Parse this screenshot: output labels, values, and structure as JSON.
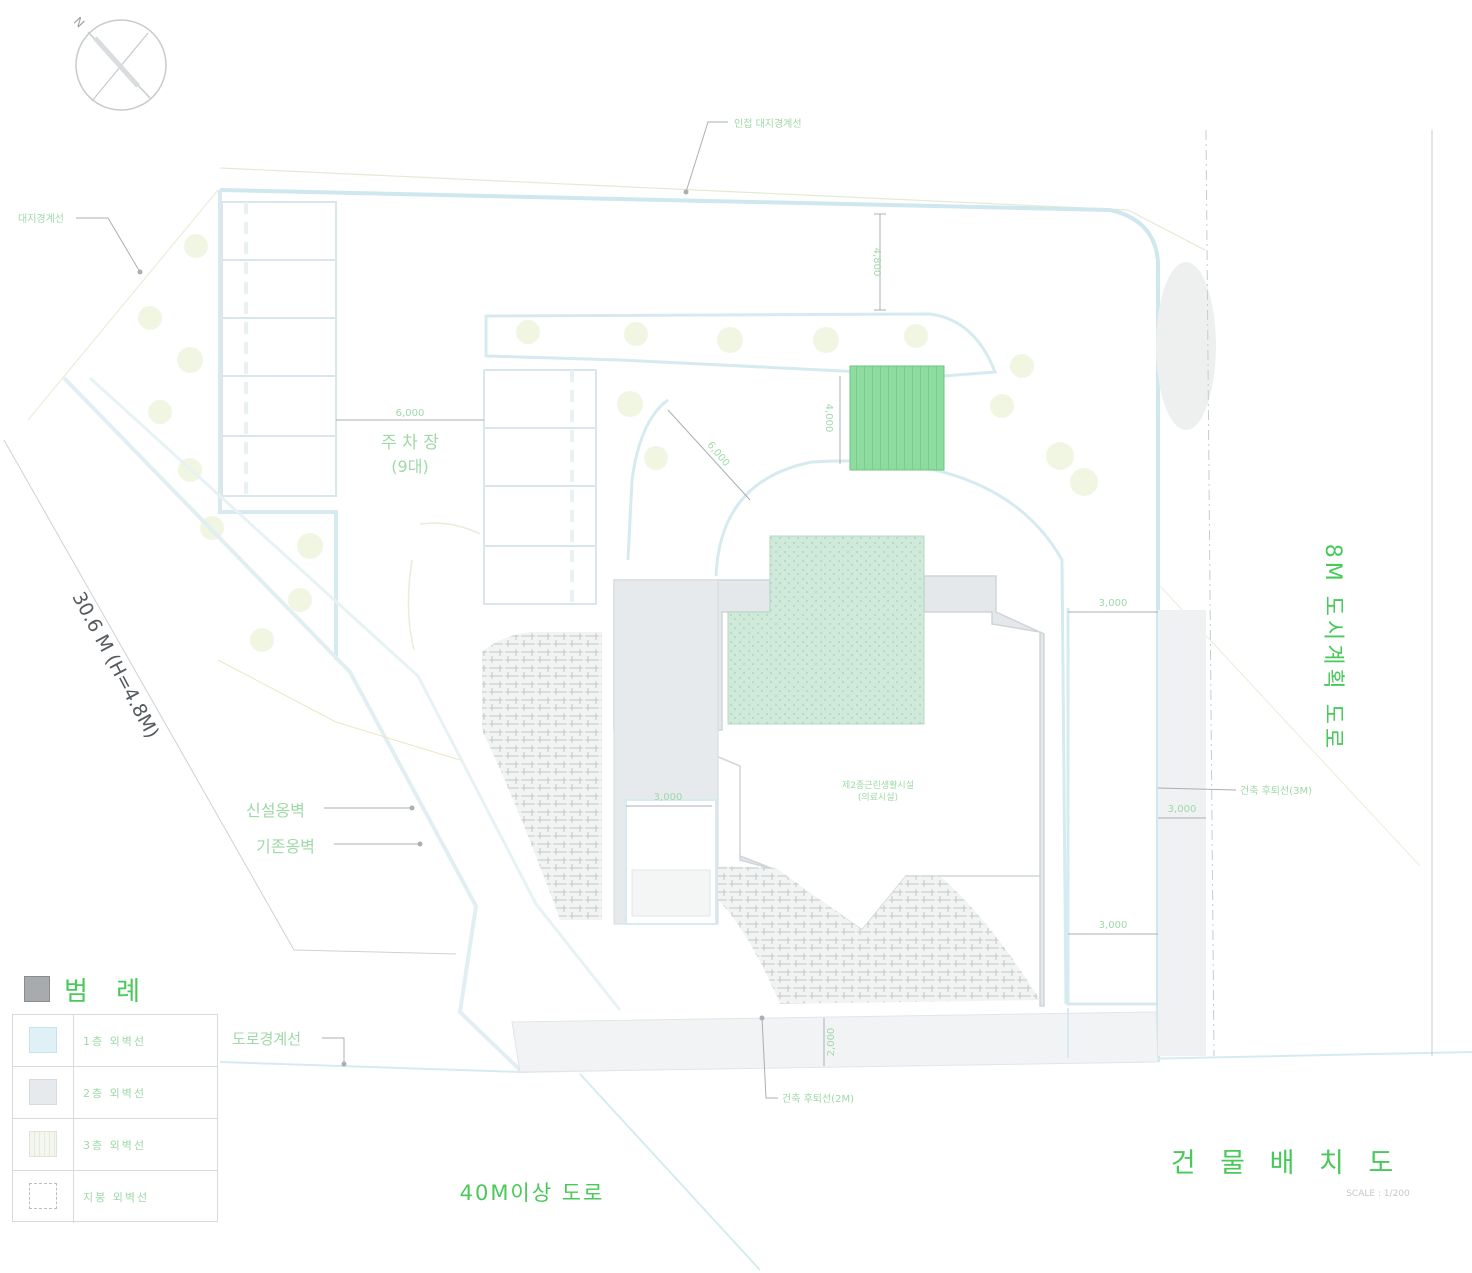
{
  "drawing": {
    "title": "건 물 배 치 도",
    "scale": "SCALE : 1/200",
    "north_label": "N"
  },
  "roads": {
    "main_road": "40M이상 도로",
    "side_road": "8M 도시계획 도로",
    "diagonal_dimension": "30.6 M (H=4.8M)"
  },
  "parking": {
    "label": "주 차 장",
    "count": "(9대)"
  },
  "labels": {
    "top_boundary": "인접 대지경계선",
    "left_boundary": "대지경계선",
    "new_retaining_wall": "신설옹벽",
    "existing_retaining_wall": "기존옹벽",
    "road_boundary": "도로경계선",
    "building_line_right": "건축 후퇴선(3M)",
    "building_line_bottom": "건축 후퇴선(2M)",
    "building_name": "제2종근린생활시설",
    "building_sub": "(의료시설)"
  },
  "dimensions": {
    "top_offset": "4,800",
    "parking_aisle": "6,000",
    "stair_width": "4,000",
    "ramp": "6,000",
    "right_upper": "3,000",
    "right_middle": "3,000",
    "right_lower": "3,000",
    "bottom_offset": "2,000",
    "inner_left": "3,000"
  },
  "legend": {
    "title": "범 례",
    "items": [
      {
        "label": "1층 외벽선",
        "color": "#dff1f6"
      },
      {
        "label": "2층 외벽선",
        "color": "#e6eaec"
      },
      {
        "label": "3층 외벽선",
        "color": "#f4f6f0"
      },
      {
        "label": "지붕 외벽선",
        "color": "#ffffff"
      }
    ]
  },
  "colors": {
    "accent_text": "#49c95a",
    "faint_text": "#9fd9a8",
    "stair_fill": "#8fdca0",
    "roof_fill": "#bfe3cf",
    "building_fill": "#dde3e6",
    "line": "#b9dde6"
  }
}
